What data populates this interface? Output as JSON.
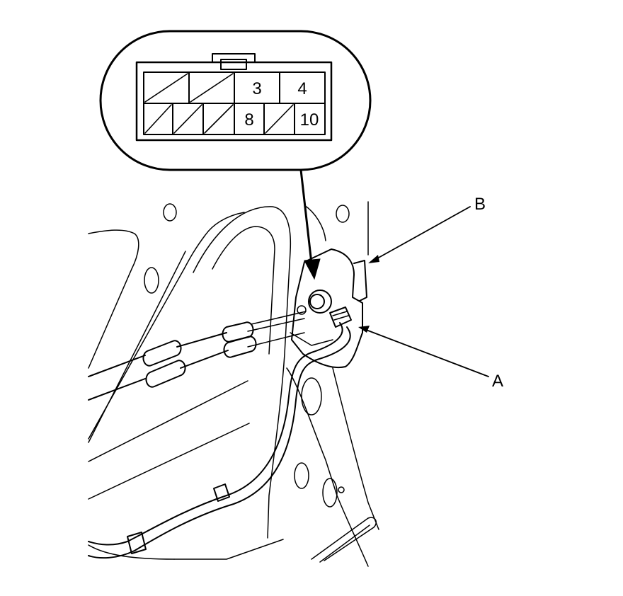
{
  "connector_view": {
    "pins": [
      {
        "label": "",
        "blank": true
      },
      {
        "label": "",
        "blank": true
      },
      {
        "label": "3",
        "blank": false
      },
      {
        "label": "4",
        "blank": false
      },
      {
        "label": "",
        "blank": true
      },
      {
        "label": "",
        "blank": true
      },
      {
        "label": "",
        "blank": true
      },
      {
        "label": "8",
        "blank": false
      },
      {
        "label": "",
        "blank": true
      },
      {
        "label": "10",
        "blank": false
      }
    ]
  },
  "callouts": {
    "a": "A",
    "b": "B"
  }
}
